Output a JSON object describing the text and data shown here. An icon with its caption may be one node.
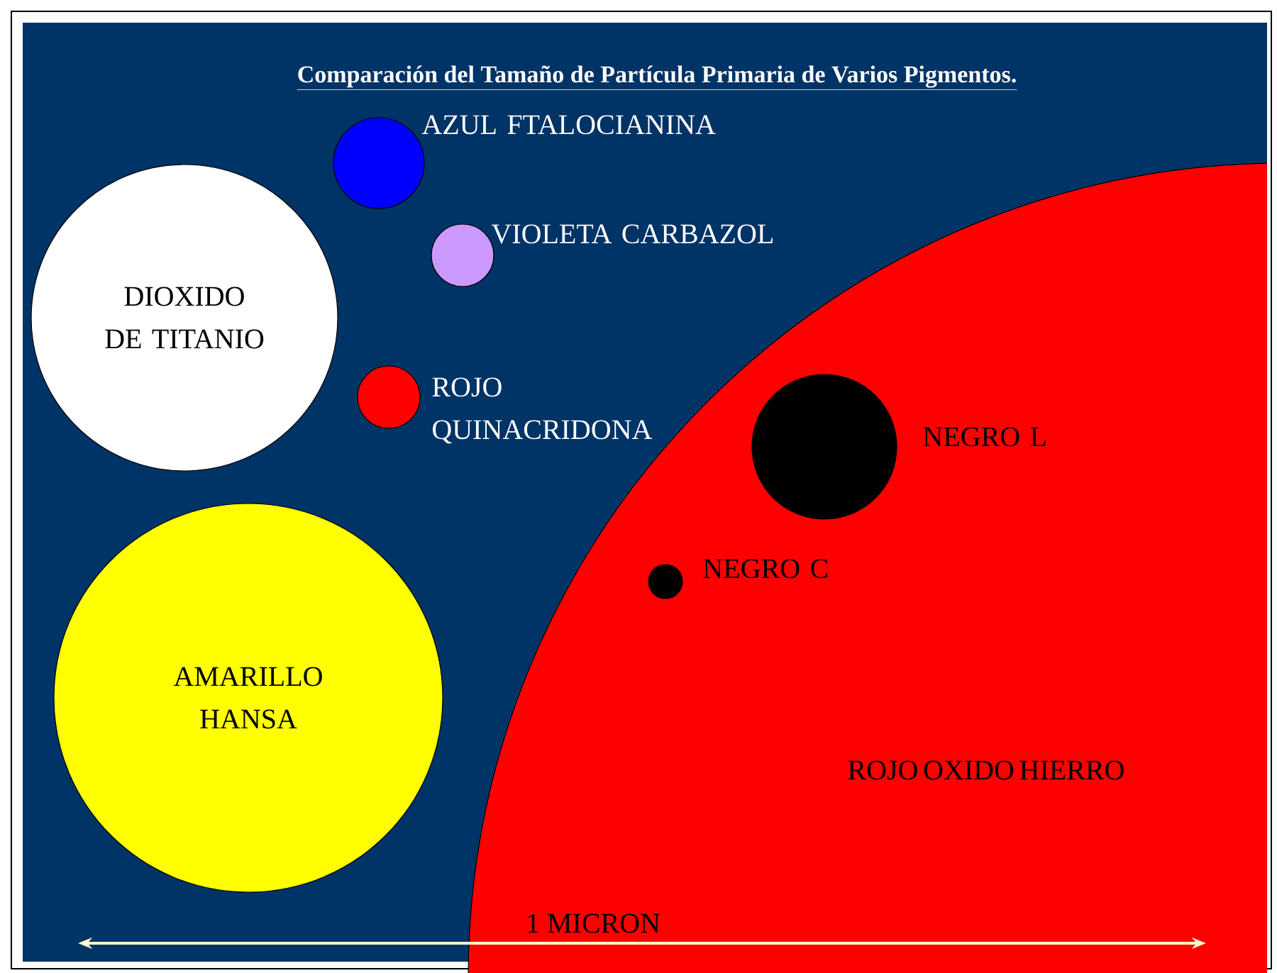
{
  "diagram": {
    "title": "Comparación del Tamaño de Partícula Primaria de Varios Pigmentos.",
    "nodes": [
      {
        "text": [],
        "shape": "circle",
        "beside": [
          "AZUL FTALOCIANINA"
        ]
      },
      {
        "text": [],
        "shape": "circle",
        "beside": [
          "VIOLETA CARBAZOL"
        ]
      },
      {
        "text": [
          "DIOXIDO DE TITANIO"
        ]
      },
      {
        "text": [],
        "shape": "circle",
        "beside": [
          "ROJO QUINACRIDONA"
        ]
      },
      {
        "text": [
          "ROJO OXIDO HIERRO"
        ]
      },
      {
        "text": [],
        "shape": "circle",
        "beside": [
          "NEGRO L"
        ],
        "in": 4
      },
      {
        "text": [],
        "shape": "circle",
        "beside": [
          "NEGRO C"
        ],
        "in": 4
      },
      {
        "text": [
          "AMARILLO HANSA"
        ]
      }
    ],
    "labels": [
      "1 MICRON"
    ]
  }
}
